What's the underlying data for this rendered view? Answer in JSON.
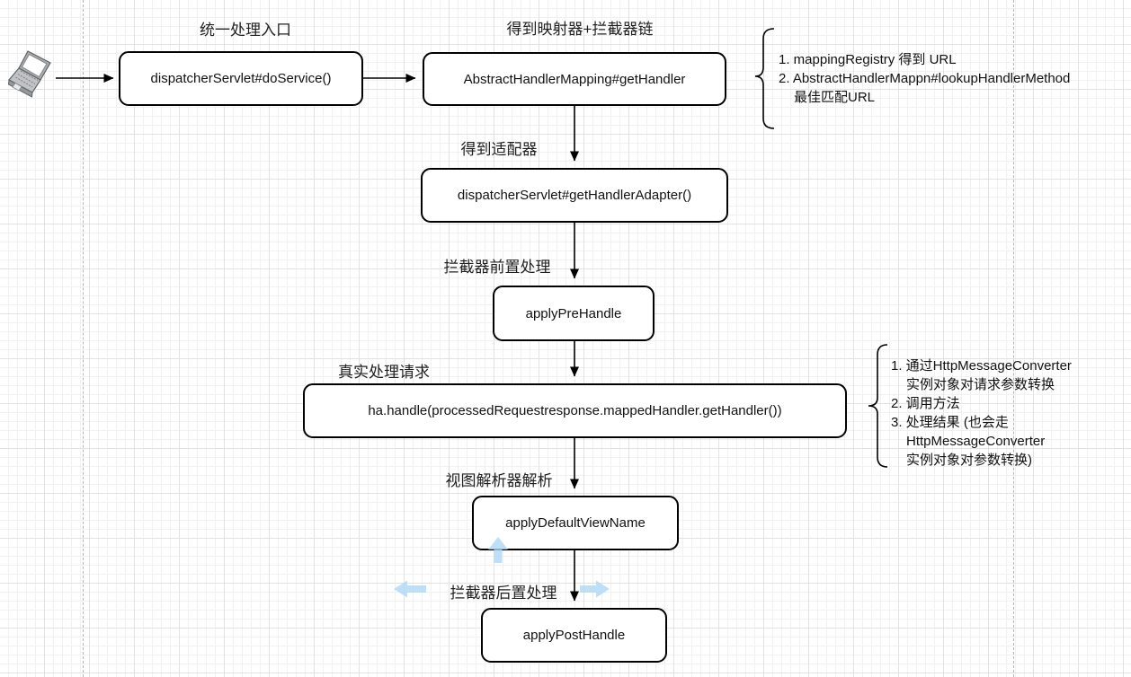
{
  "diagram_type": "flowchart",
  "nodes": [
    {
      "id": "client",
      "label": "",
      "icon": "laptop-icon"
    },
    {
      "id": "do-service",
      "label": "dispatcherServlet#doService()"
    },
    {
      "id": "get-handler",
      "label": "AbstractHandlerMapping#getHandler"
    },
    {
      "id": "get-handler-adapter",
      "label": "dispatcherServlet#getHandlerAdapter()"
    },
    {
      "id": "apply-pre-handle",
      "label": "applyPreHandle"
    },
    {
      "id": "ha-handle",
      "label": "ha.handle(processedRequestresponse.mappedHandler.getHandler())"
    },
    {
      "id": "apply-default-view-name",
      "label": "applyDefaultViewName"
    },
    {
      "id": "apply-post-handle",
      "label": "applyPostHandle"
    }
  ],
  "captions": {
    "entry": "统一处理入口",
    "mapping": "得到映射器+拦截器链",
    "adapter": "得到适配器",
    "pre": "拦截器前置处理",
    "handle": "真实处理请求",
    "view": "视图解析器解析",
    "post": "拦截器后置处理"
  },
  "annotations": [
    {
      "lines": [
        "1. mappingRegistry 得到 URL",
        "2. AbstractHandlerMappn#lookupHandlerMethod",
        "最佳匹配URL"
      ]
    },
    {
      "lines": [
        "1. 通过HttpMessageConverter",
        "实例对象对请求参数转换",
        "2. 调用方法",
        "3. 处理结果 (也会走",
        "HttpMessageConverter",
        "实例对象对参数转换)"
      ]
    }
  ],
  "colors": {
    "node_border": "#000000",
    "node_fill": "#ffffff",
    "connector": "#000000",
    "hover_arrow": "#aed7f4",
    "grid_minor": "#f1f1f1",
    "grid_major": "#e2e2e2",
    "page_break": "#b5b5b5",
    "text": "#111111"
  }
}
